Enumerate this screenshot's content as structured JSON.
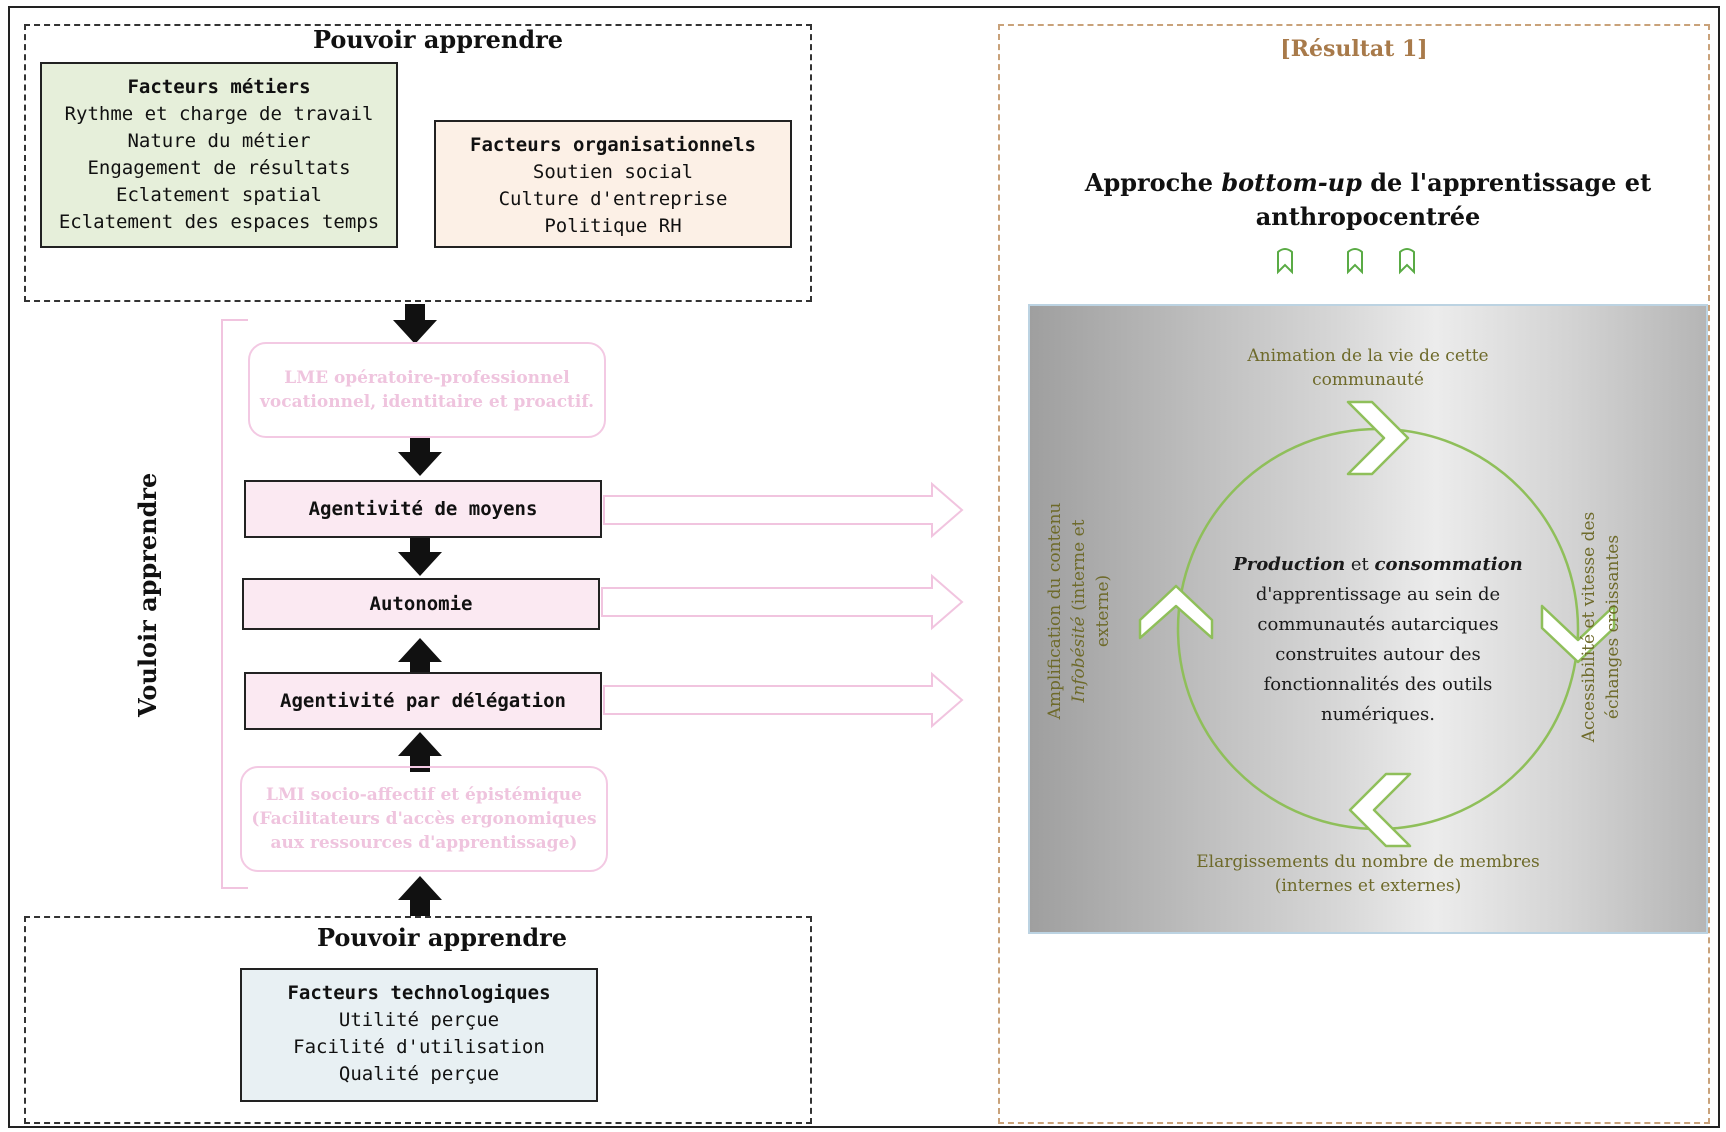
{
  "left_top": {
    "title": "Pouvoir apprendre",
    "metiers": {
      "heading": "Facteurs métiers",
      "lines": [
        "Rythme et charge de travail",
        "Nature du métier",
        "Engagement  de résultats",
        "Eclatement  spatial",
        "Eclatement  des espaces temps"
      ]
    },
    "organisationnels": {
      "heading": "Facteurs organisationnels",
      "lines": [
        "Soutien social",
        "Culture d'entreprise",
        "Politique RH"
      ]
    }
  },
  "vouloir": {
    "label": "Vouloir apprendre",
    "ghost_top": [
      "LME opératoire-professionnel",
      "vocationnel, identitaire et proactif."
    ],
    "agentivite_moyens": "Agentivité de moyens",
    "autonomie": "Autonomie",
    "agentivite_delegation": "Agentivité par délégation",
    "ghost_bottom": [
      "LMI socio-affectif et épistémique",
      "(Facilitateurs d'accès ergonomiques",
      "aux ressources d'apprentissage)"
    ]
  },
  "left_bottom": {
    "title": "Pouvoir apprendre",
    "technologiques": {
      "heading": "Facteurs technologiques",
      "lines": [
        "Utilité perçue",
        "Facilité d'utilisation",
        "Qualité perçue"
      ]
    }
  },
  "right": {
    "result_label": "[Résultat 1]",
    "approach_pre": "Approche ",
    "approach_em": "bottom-up",
    "approach_post": " de l'apprentissage et",
    "approach_line2": "anthropocentrée",
    "cycle_top": [
      "Animation de la vie de cette",
      "communauté"
    ],
    "cycle_right": [
      "Accessibilité  et vitesse des",
      "échanges croissantes"
    ],
    "cycle_bottom": [
      "Elargissements du nombre de membres",
      "(internes et externes)"
    ],
    "cycle_left_line1": "Amplification du contenu",
    "cycle_left_em": "Infobésité",
    "cycle_left_rest": " (interne et externe)",
    "center_production": "Production",
    "center_et": " et ",
    "center_consommation": "consommation",
    "center_lines": [
      "d'apprentissage  au sein de",
      "communautés  autarciques",
      "construites autour des",
      "fonctionnalités  des outils",
      "numériques."
    ]
  },
  "colors": {
    "green_box": "#e6efda",
    "peach_box": "#fcf0e6",
    "blue_box": "#e8f0f3",
    "pink_box": "#fbe9f2",
    "ghost_pink": "#efc4de",
    "cycle_green": "#8fbf5a",
    "result_brown": "#a87a4a"
  }
}
